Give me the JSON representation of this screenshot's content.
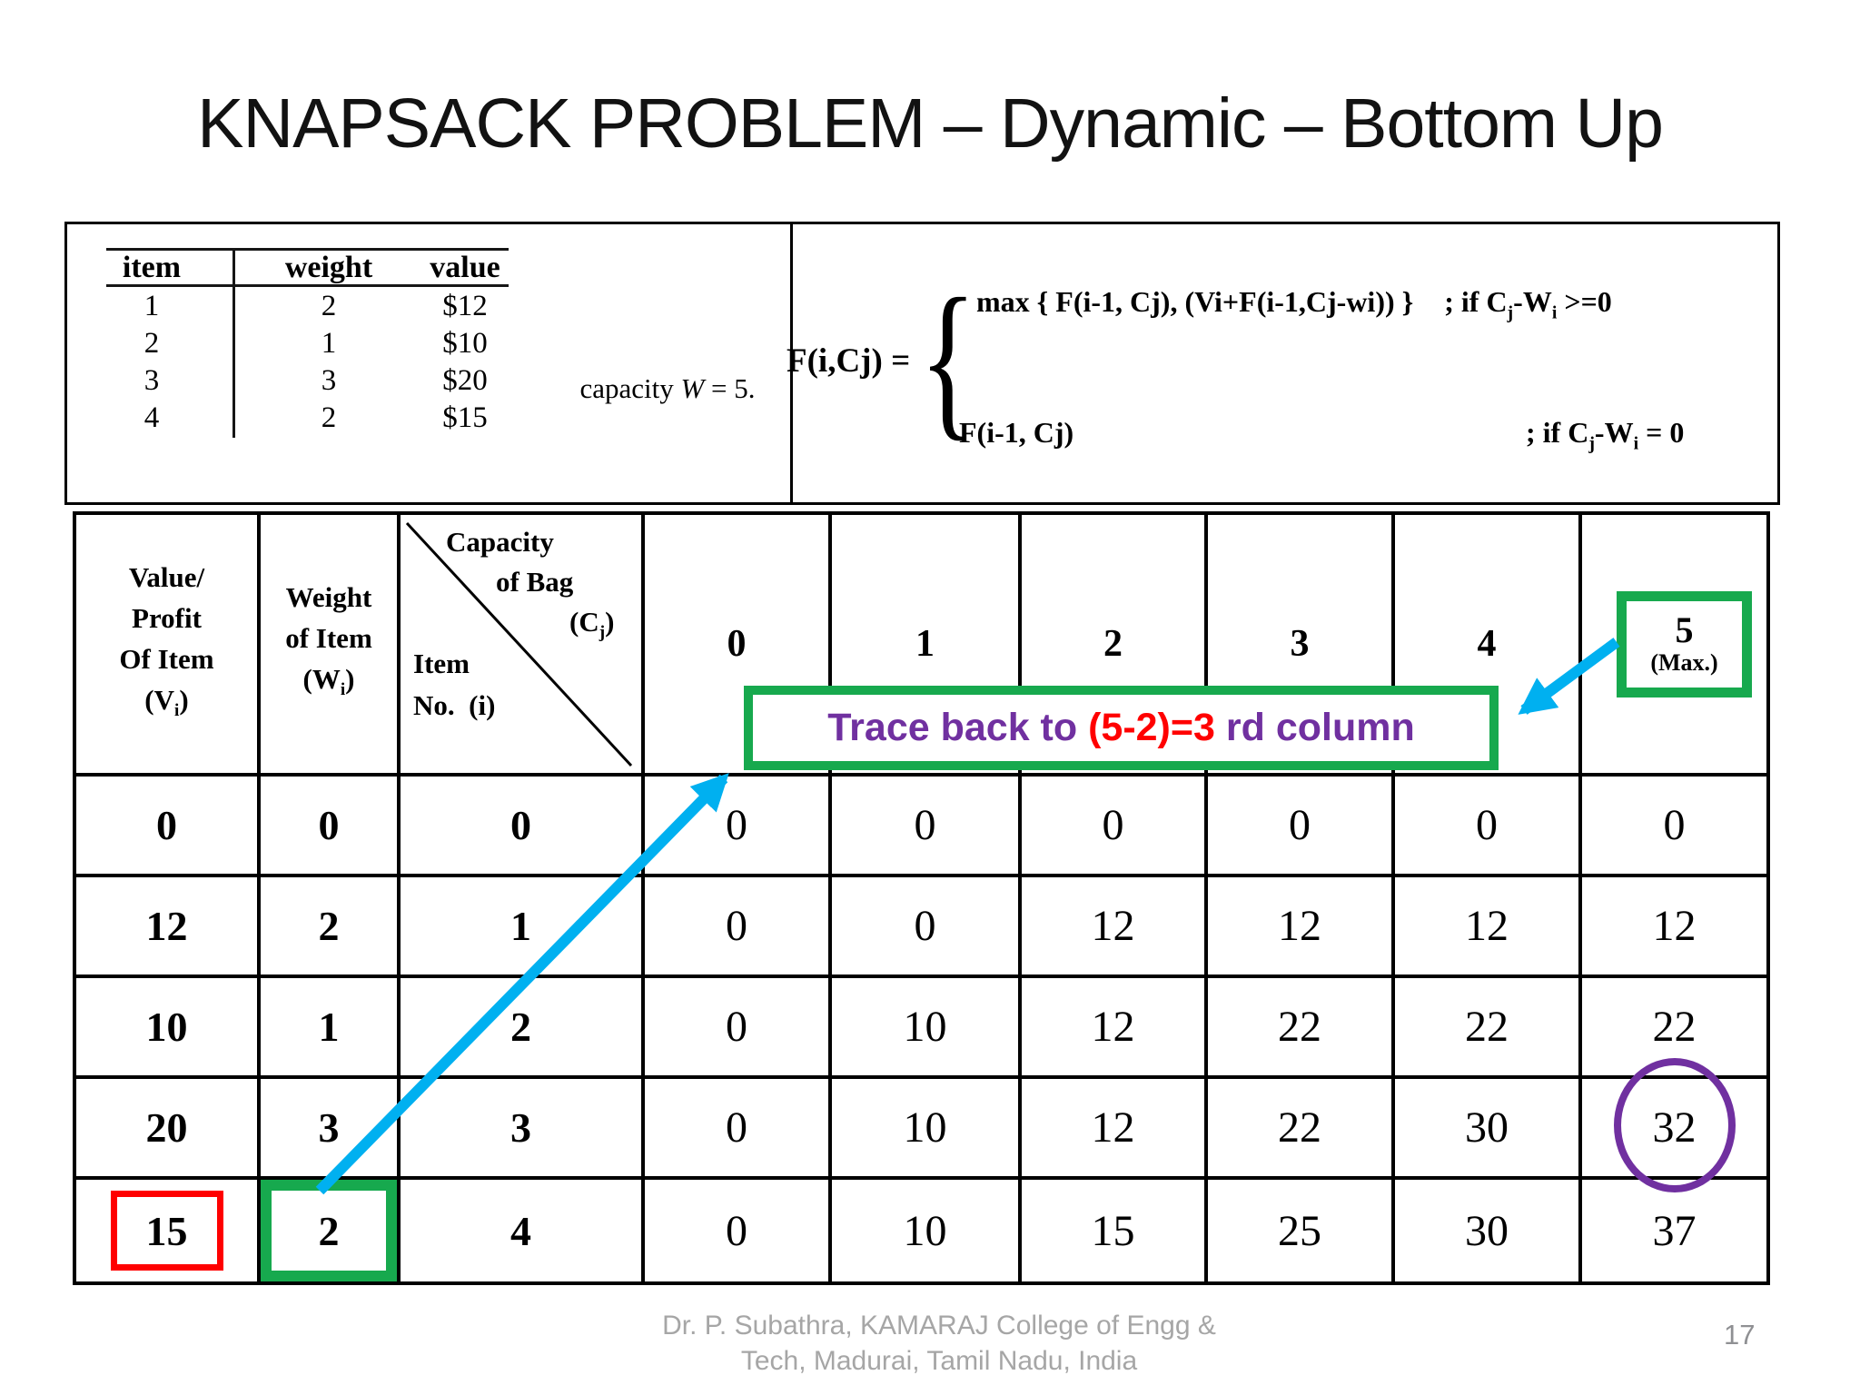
{
  "title": "KNAPSACK PROBLEM – Dynamic – Bottom Up",
  "problem_box": {
    "headers": [
      "item",
      "weight",
      "value"
    ],
    "items": [
      [
        "1",
        "2",
        "$12"
      ],
      [
        "2",
        "1",
        "$10"
      ],
      [
        "3",
        "3",
        "$20"
      ],
      [
        "4",
        "2",
        "$15"
      ]
    ],
    "capacity_note": {
      "pre": "capacity ",
      "var": "W",
      "post": " = 5."
    }
  },
  "formula": {
    "lhs": "F(i,Cj) =",
    "brace": "{",
    "case1": "max { F(i-1, Cj), (Vi+F(i-1,Cj-wi)) }",
    "case1_cond": {
      "pre": "; if C",
      "sub1": "j",
      "mid": "-W",
      "sub2": "i",
      "post": " >=0"
    },
    "case2": "F(i-1, Cj)",
    "case2_cond": {
      "pre": "; if C",
      "sub1": "j",
      "mid": "-W",
      "sub2": "i",
      "post": " = 0"
    }
  },
  "dp_table": {
    "value_header": {
      "l1": "Value/",
      "l2": "Profit",
      "l3": "Of Item",
      "l4_pre": "(V",
      "l4_sub": "i",
      "l4_post": ")"
    },
    "weight_header": {
      "l1": "Weight",
      "l2": "of Item",
      "l3_pre": "(W",
      "l3_sub": "i",
      "l3_post": ")"
    },
    "diag_header": {
      "top1": "Capacity",
      "top2": "of Bag",
      "top3_pre": "(C",
      "top3_sub": "j",
      "top3_post": ")",
      "bot1": "Item",
      "bot2": "No.  (i)"
    },
    "capacity_cols": [
      "0",
      "1",
      "2",
      "3",
      "4"
    ],
    "max_col": {
      "num": "5",
      "label": "(Max.)"
    },
    "rows": [
      {
        "v": "0",
        "w": "0",
        "i": "0",
        "cells": [
          "0",
          "0",
          "0",
          "0",
          "0",
          "0"
        ]
      },
      {
        "v": "12",
        "w": "2",
        "i": "1",
        "cells": [
          "0",
          "0",
          "12",
          "12",
          "12",
          "12"
        ]
      },
      {
        "v": "10",
        "w": "1",
        "i": "2",
        "cells": [
          "0",
          "10",
          "12",
          "22",
          "22",
          "22"
        ]
      },
      {
        "v": "20",
        "w": "3",
        "i": "3",
        "cells": [
          "0",
          "10",
          "12",
          "22",
          "30",
          "32"
        ]
      },
      {
        "v": "15",
        "w": "2",
        "i": "4",
        "cells": [
          "0",
          "10",
          "15",
          "25",
          "30",
          "37"
        ]
      }
    ],
    "annotations": {
      "red_box": {
        "row": 4,
        "col": "v"
      },
      "green_box": {
        "row": 4,
        "col": "w"
      },
      "purple_circle": {
        "row": 3,
        "cell": 5
      }
    }
  },
  "trace_note": {
    "part1": "Trace back to ",
    "part2": "(5-2)=3",
    "part3": " rd column"
  },
  "footer": {
    "credit_line1": "Dr. P. Subathra, KAMARAJ College of Engg &",
    "credit_line2": "Tech, Madurai, Tamil Nadu, India",
    "page_number": "17"
  },
  "colors": {
    "green": "#17A94E",
    "cyan": "#00B0F0",
    "purple": "#7030A0",
    "red": "#FF0000",
    "footer_gray": "#A6A6A6"
  }
}
